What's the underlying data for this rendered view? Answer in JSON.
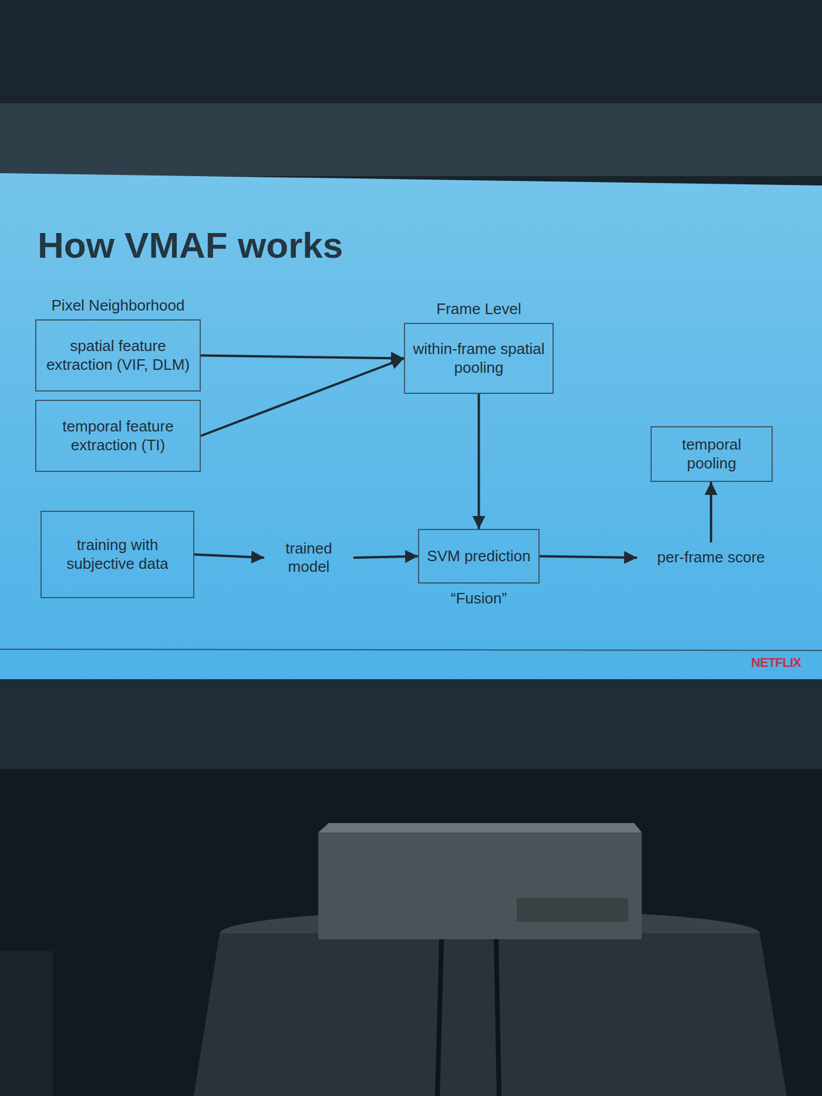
{
  "diagram": {
    "title": "How VMAF works",
    "nodes": [
      {
        "text": [
          "Pixel Neighborhood",
          "spatial feature extraction (VIF, DLM)"
        ]
      },
      {
        "text": [
          "Frame Level",
          "within-frame spatial pooling"
        ]
      },
      {
        "text": [
          "temporal feature extraction (TI)"
        ]
      },
      {
        "text": [
          "temporal pooling"
        ]
      },
      {
        "text": [
          "training with subjective data"
        ]
      },
      {
        "text": [
          "trained model"
        ]
      },
      {
        "text": [
          "SVM prediction",
          "“Fusion”"
        ]
      },
      {
        "text": [
          "per-frame score"
        ]
      }
    ],
    "edges": [
      {
        "from": 0,
        "to": 1,
        "arrow": "to"
      },
      {
        "from": 2,
        "to": 1,
        "arrow": "to"
      },
      {
        "from": 1,
        "to": 6,
        "arrow": "to"
      },
      {
        "from": 4,
        "to": 5,
        "arrow": "to"
      },
      {
        "from": 5,
        "to": 6,
        "arrow": "to"
      },
      {
        "from": 6,
        "to": 7,
        "arrow": "to"
      },
      {
        "from": 7,
        "to": 3,
        "arrow": "to"
      }
    ],
    "labels": [
      "NETFLIX"
    ]
  }
}
